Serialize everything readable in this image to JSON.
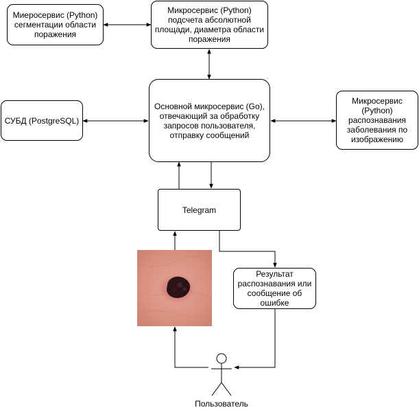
{
  "nodes": {
    "segmentation": "Миеросервис (Python)\nсегментации области\nпоражения",
    "area": "Микросервис (Python)\nподсчета абсолютной\nплощади, диаметра области\nпоражения",
    "db": "СУБД (PostgreSQL)",
    "main": "Основной микросервис (Go),\nотвечающий за обработку\nзапросов пользователя,\nотправку сообщений",
    "recognition": "Микросервис\n(Python)\nраспознавания\nзаболевания по\nизображению",
    "telegram": "Telegram",
    "result": "Результат\nраспознавания или\nсообщение об\nошибке"
  },
  "actor": {
    "label": "Пользователь",
    "icon": "stick-figure-icon"
  },
  "photo": {
    "icon": "skin-lesion-photo"
  },
  "colors": {
    "stroke": "#000000",
    "background": "#ffffff",
    "skin": "#d98e7e",
    "lesion": "#2a1216"
  }
}
